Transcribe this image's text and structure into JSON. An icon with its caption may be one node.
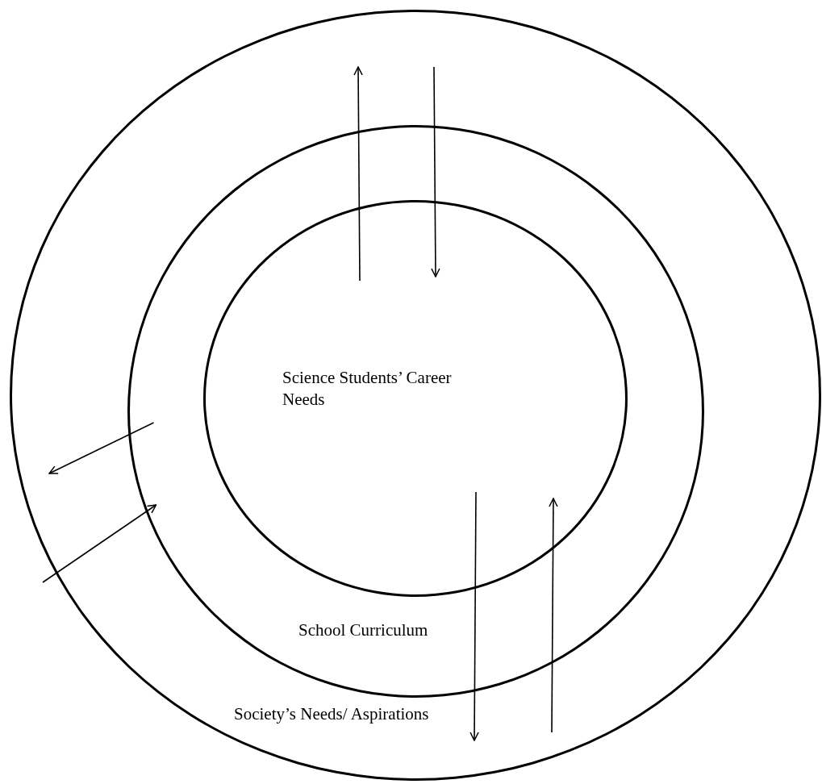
{
  "diagram": {
    "nodes": [
      {
        "text": [
          "Society’s Needs/ Aspirations"
        ]
      },
      {
        "text": [
          "School Curriculum"
        ],
        "in": 0
      },
      {
        "text": [
          "Science Students’ Career Needs"
        ],
        "in": 1
      }
    ],
    "edges": [
      {
        "from": 2,
        "to": 0,
        "arrow": "to"
      },
      {
        "from": 0,
        "to": 2,
        "arrow": "to"
      },
      {
        "from": 1,
        "to": 0,
        "arrow": "to"
      },
      {
        "from": 0,
        "to": 1,
        "arrow": "to"
      },
      {
        "from": 2,
        "to": 0,
        "arrow": "to"
      },
      {
        "from": 0,
        "to": 2,
        "arrow": "to"
      }
    ]
  }
}
